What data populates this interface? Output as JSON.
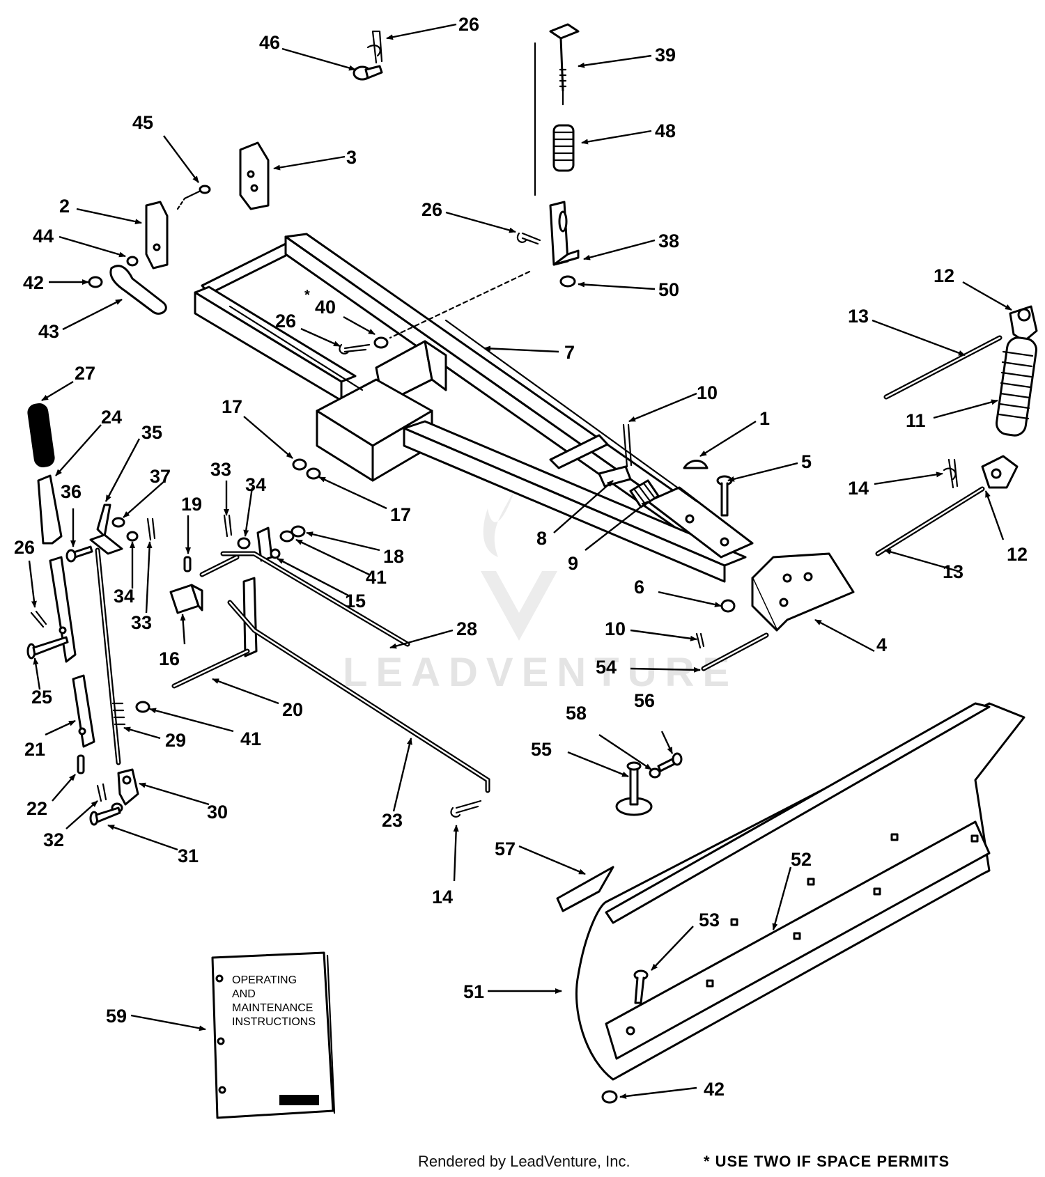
{
  "watermark": "LEADVENTURE",
  "footer": {
    "credit": "Rendered by LeadVenture, Inc.",
    "note": "* USE TWO IF SPACE PERMITS"
  },
  "manual": {
    "line1": "OPERATING",
    "line2": "AND",
    "line3": "MAINTENANCE",
    "line4": "INSTRUCTIONS"
  },
  "asterisk": "*",
  "callouts": [
    {
      "id": "c26a",
      "num": "26"
    },
    {
      "id": "c46",
      "num": "46"
    },
    {
      "id": "c39",
      "num": "39"
    },
    {
      "id": "c48",
      "num": "48"
    },
    {
      "id": "c45",
      "num": "45"
    },
    {
      "id": "c3",
      "num": "3"
    },
    {
      "id": "c2",
      "num": "2"
    },
    {
      "id": "c26b",
      "num": "26"
    },
    {
      "id": "c38",
      "num": "38"
    },
    {
      "id": "c44",
      "num": "44"
    },
    {
      "id": "c50",
      "num": "50"
    },
    {
      "id": "c42a",
      "num": "42"
    },
    {
      "id": "c12a",
      "num": "12"
    },
    {
      "id": "c43",
      "num": "43"
    },
    {
      "id": "c40",
      "num": "40"
    },
    {
      "id": "c13a",
      "num": "13"
    },
    {
      "id": "c26c",
      "num": "26"
    },
    {
      "id": "c7",
      "num": "7"
    },
    {
      "id": "c27",
      "num": "27"
    },
    {
      "id": "c10a",
      "num": "10"
    },
    {
      "id": "c1",
      "num": "1"
    },
    {
      "id": "c11",
      "num": "11"
    },
    {
      "id": "c17a",
      "num": "17"
    },
    {
      "id": "c24",
      "num": "24"
    },
    {
      "id": "c35",
      "num": "35"
    },
    {
      "id": "c5",
      "num": "5"
    },
    {
      "id": "c14a",
      "num": "14"
    },
    {
      "id": "c33a",
      "num": "33"
    },
    {
      "id": "c34a",
      "num": "34"
    },
    {
      "id": "c37",
      "num": "37"
    },
    {
      "id": "c36",
      "num": "36"
    },
    {
      "id": "c17b",
      "num": "17"
    },
    {
      "id": "c19",
      "num": "19"
    },
    {
      "id": "c8",
      "num": "8"
    },
    {
      "id": "c12b",
      "num": "12"
    },
    {
      "id": "c18",
      "num": "18"
    },
    {
      "id": "c9",
      "num": "9"
    },
    {
      "id": "c13b",
      "num": "13"
    },
    {
      "id": "c26d",
      "num": "26"
    },
    {
      "id": "c41a",
      "num": "41"
    },
    {
      "id": "c6",
      "num": "6"
    },
    {
      "id": "c34b",
      "num": "34"
    },
    {
      "id": "c15",
      "num": "15"
    },
    {
      "id": "c33b",
      "num": "33"
    },
    {
      "id": "c28",
      "num": "28"
    },
    {
      "id": "c10b",
      "num": "10"
    },
    {
      "id": "c16",
      "num": "16"
    },
    {
      "id": "c4",
      "num": "4"
    },
    {
      "id": "c54",
      "num": "54"
    },
    {
      "id": "c25",
      "num": "25"
    },
    {
      "id": "c20",
      "num": "20"
    },
    {
      "id": "c56",
      "num": "56"
    },
    {
      "id": "c58",
      "num": "58"
    },
    {
      "id": "c41b",
      "num": "41"
    },
    {
      "id": "c29",
      "num": "29"
    },
    {
      "id": "c21",
      "num": "21"
    },
    {
      "id": "c55",
      "num": "55"
    },
    {
      "id": "c30",
      "num": "30"
    },
    {
      "id": "c22",
      "num": "22"
    },
    {
      "id": "c23",
      "num": "23"
    },
    {
      "id": "c32",
      "num": "32"
    },
    {
      "id": "c31",
      "num": "31"
    },
    {
      "id": "c57",
      "num": "57"
    },
    {
      "id": "c14b",
      "num": "14"
    },
    {
      "id": "c52",
      "num": "52"
    },
    {
      "id": "c53",
      "num": "53"
    },
    {
      "id": "c51",
      "num": "51"
    },
    {
      "id": "c59",
      "num": "59"
    },
    {
      "id": "c42b",
      "num": "42"
    }
  ]
}
